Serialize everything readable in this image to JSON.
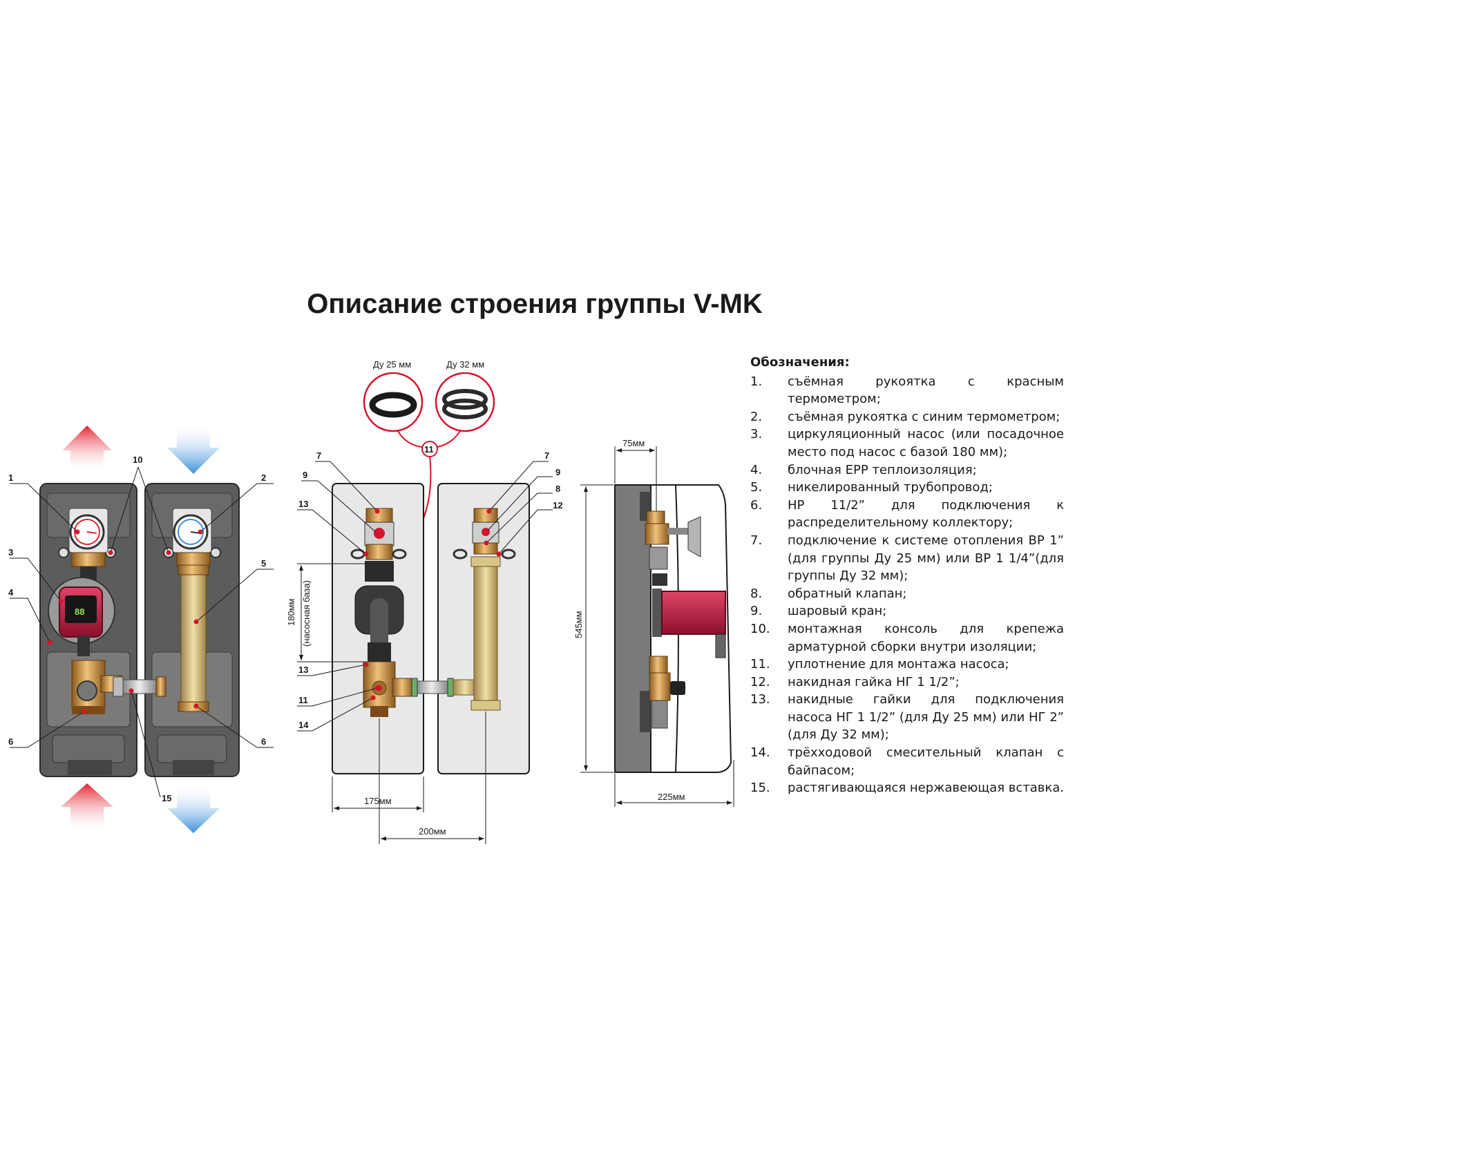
{
  "title": "Описание строения группы V-MK",
  "legend": {
    "title": "Обозначения:",
    "items": [
      {
        "num": "1.",
        "text": "съёмная рукоятка с красным термометром;"
      },
      {
        "num": "2.",
        "text": "съёмная рукоятка с синим термометром;"
      },
      {
        "num": "3.",
        "text": "циркуляционный насос (или посадочное место под насос с базой 180 мм);"
      },
      {
        "num": "4.",
        "text": "блочная EPP теплоизоляция;"
      },
      {
        "num": "5.",
        "text": "никелированный трубопровод;"
      },
      {
        "num": "6.",
        "text": "НР 11/2” для подключения к распределительному коллектору;"
      },
      {
        "num": "7.",
        "text": "подключение к системе отопления ВР 1” (для группы Ду 25 мм) или ВР 1 1/4”(для группы Ду 32 мм);"
      },
      {
        "num": "8.",
        "text": "обратный клапан;"
      },
      {
        "num": "9.",
        "text": "шаровый кран;"
      },
      {
        "num": "10.",
        "text": "монтажная консоль для крепежа арматурной сборки внутри изоляции;"
      },
      {
        "num": "11.",
        "text": "уплотнение для монтажа насоса;"
      },
      {
        "num": "12.",
        "text": "накидная гайка НГ 1 1/2”;"
      },
      {
        "num": "13.",
        "text": "накидные гайки для подключения насоса НГ 1 1/2” (для Ду 25 мм) или НГ 2” (для Ду 32 мм);"
      },
      {
        "num": "14.",
        "text": "трёхходовой смесительный клапан с байпасом;"
      },
      {
        "num": "15.",
        "text": "растягивающаяся нержавеющая вставка."
      }
    ]
  },
  "gaskets": {
    "du25": "Ду 25 мм",
    "du32": "Ду 32 мм",
    "callout": "11"
  },
  "left_callouts": {
    "c1": "1",
    "c2": "2",
    "c3": "3",
    "c4": "4",
    "c5": "5",
    "c6a": "6",
    "c6b": "6",
    "c10": "10",
    "c15": "15"
  },
  "middle_callouts": {
    "c7a": "7",
    "c9a": "9",
    "c13a": "13",
    "c13b": "13",
    "c11": "11",
    "c14": "14",
    "c7b": "7",
    "c9b": "9",
    "c8": "8",
    "c12": "12"
  },
  "dimensions": {
    "pump_base": "180мм",
    "pump_base_note": "(насосная база)",
    "width_175": "175мм",
    "width_200": "200мм",
    "depth_75": "75мм",
    "height_545": "545мм",
    "depth_225": "225мм"
  },
  "pump_display": "88",
  "colors": {
    "hot_arrow": "#e3202e",
    "cold_arrow": "#3a8fd9",
    "insulation": "#5a5a5a",
    "brass": "#c9954a",
    "pump_red": "#b8163a",
    "callout_red": "#d4142c"
  }
}
